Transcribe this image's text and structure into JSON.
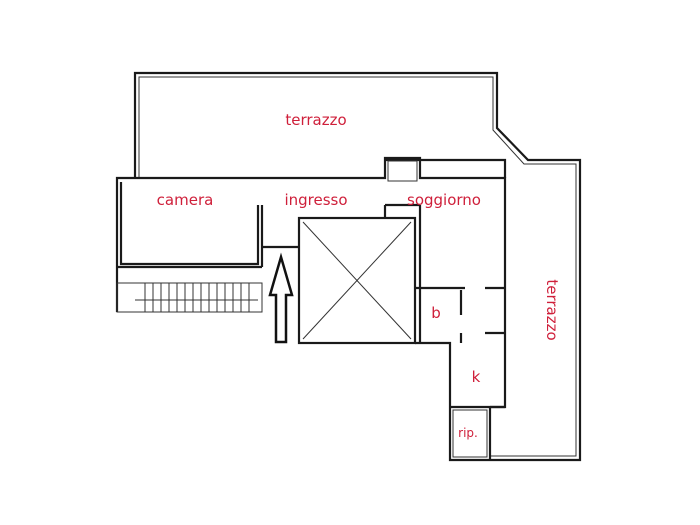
{
  "rooms": {
    "terrace_top": "terrazzo",
    "bedroom": "camera",
    "entrance": "ingresso",
    "living": "soggiorno",
    "bathroom": "b",
    "kitchen": "k",
    "storage": "rip.",
    "terrace_right": "terrazzo"
  },
  "colors": {
    "label": "#cf1f3a",
    "walls": "#1a1a1a"
  },
  "entrance_arrow": "arrow-up-icon"
}
